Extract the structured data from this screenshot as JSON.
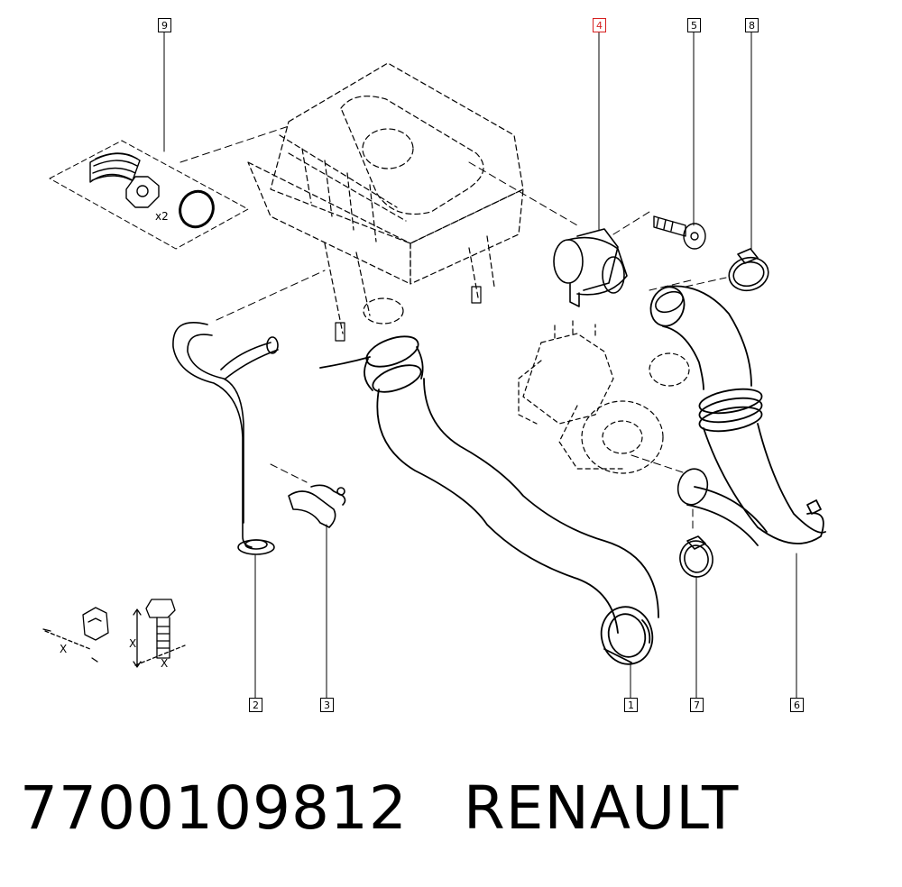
{
  "callouts": {
    "c1": "1",
    "c2": "2",
    "c3": "3",
    "c4": "4",
    "c5": "5",
    "c6": "6",
    "c7": "7",
    "c8": "8",
    "c9": "9"
  },
  "highlight_color": "#d62020",
  "kit_quantity": "x2",
  "dimension_label": "X",
  "caption": {
    "part_number": "7700109812",
    "brand": "RENAULT"
  }
}
